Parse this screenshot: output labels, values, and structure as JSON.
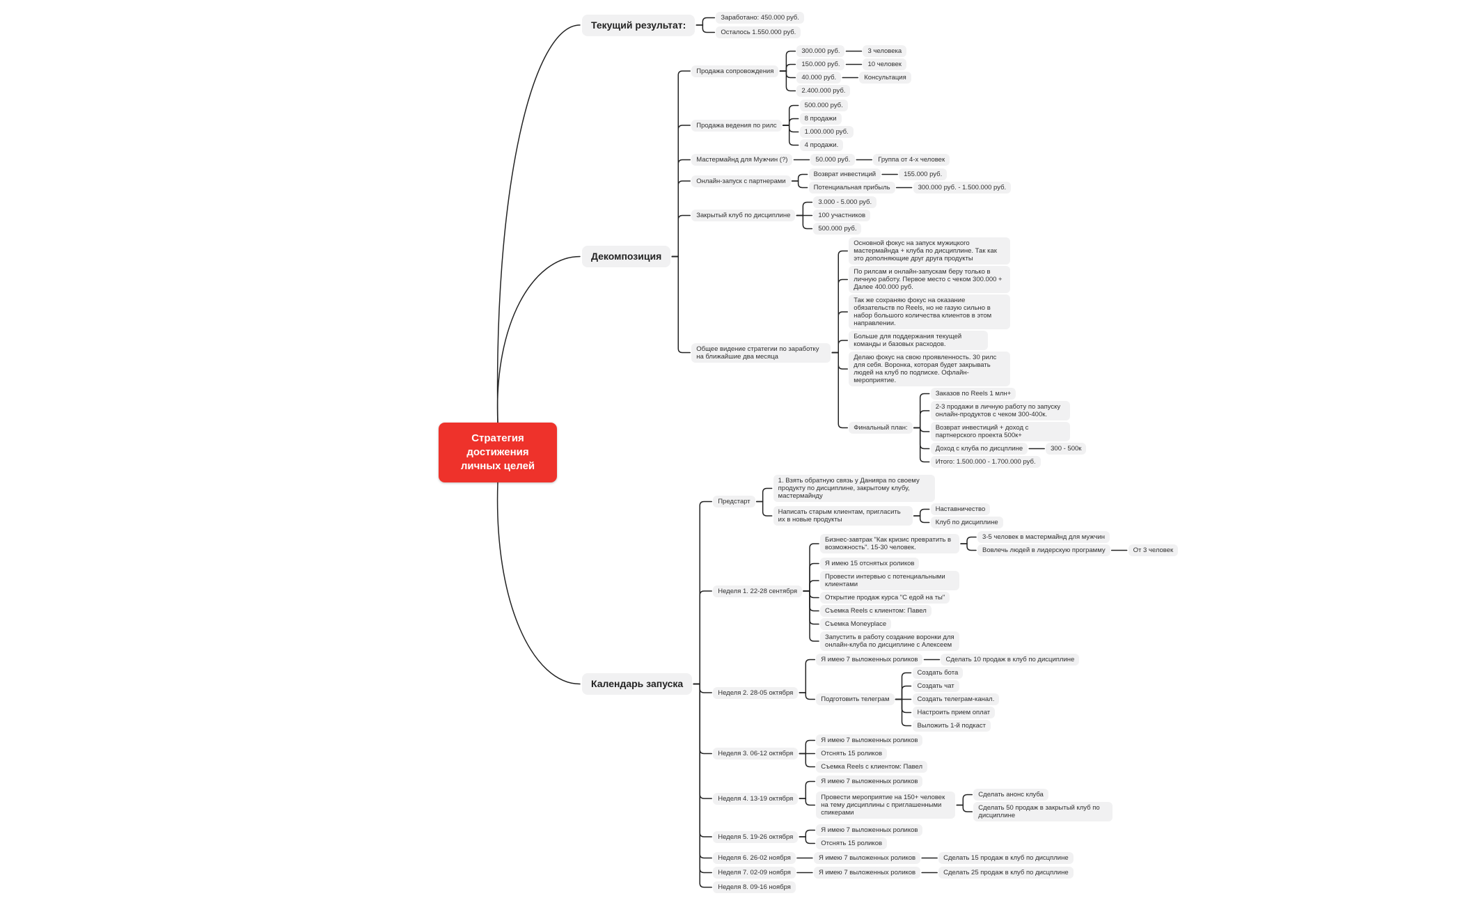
{
  "colors": {
    "canvas_bg": "#ffffff",
    "root_bg": "#ee322b",
    "root_text": "#ffffff",
    "node_bg": "#f1f1f2",
    "line": "#222222",
    "text": "#2f2f2f"
  },
  "mindmap": {
    "root": {
      "label": "Стратегия достижения личных целей",
      "children": [
        {
          "label": "Текущий результат:",
          "children": [
            {
              "label": "Заработано: 450.000 руб."
            },
            {
              "label": "Осталось 1.550.000 руб."
            }
          ]
        },
        {
          "label": "Декомпозиция",
          "children": [
            {
              "label": "Продажа сопровождения",
              "children": [
                {
                  "label": "300.000 руб.",
                  "children": [
                    {
                      "label": "3 человека"
                    }
                  ]
                },
                {
                  "label": "150.000 руб.",
                  "children": [
                    {
                      "label": "10 человек"
                    }
                  ]
                },
                {
                  "label": "40.000 руб.",
                  "children": [
                    {
                      "label": "Консультация"
                    }
                  ]
                },
                {
                  "label": "2.400.000 руб."
                }
              ]
            },
            {
              "label": "Продажа ведения по рилс",
              "children": [
                {
                  "label": "500.000 руб."
                },
                {
                  "label": "8 продажи"
                },
                {
                  "label": "1.000.000 руб."
                },
                {
                  "label": "4 продажи."
                }
              ]
            },
            {
              "label": "Мастермайнд для Мужчин (?)",
              "children": [
                {
                  "label": "50.000 руб.",
                  "children": [
                    {
                      "label": "Группа от 4-х человек"
                    }
                  ]
                }
              ]
            },
            {
              "label": "Онлайн-запуск с партнерами",
              "children": [
                {
                  "label": "Возврат инвестиций",
                  "children": [
                    {
                      "label": "155.000 руб."
                    }
                  ]
                },
                {
                  "label": "Потенциальная прибыль",
                  "children": [
                    {
                      "label": "300.000 руб. - 1.500.000 руб."
                    }
                  ]
                }
              ]
            },
            {
              "label": "Закрытый клуб по дисциплине",
              "children": [
                {
                  "label": "3.000 - 5.000 руб."
                },
                {
                  "label": "100 участников"
                },
                {
                  "label": "500.000 руб."
                }
              ]
            },
            {
              "label": "Общее видение стратегии по заработку на ближайшие два месяца",
              "children": [
                {
                  "label": "Основной фокус на запуск мужицкого мастермайнда + клуба по дисциплине. Так как это дополняющие друг друга продукты"
                },
                {
                  "label": "По рилсам и онлайн-запускам беру только в личную работу. Первое место с чеком 300.000 + Далее 400.000 руб."
                },
                {
                  "label": "Так же сохраняю фокус на оказание обязательств по Reels, но не газую сильно в набор большого количества клиентов в этом направлении."
                },
                {
                  "label": "Больше для поддержания текущей команды и базовых расходов."
                },
                {
                  "label": "Делаю фокус на свою проявленность. 30 рилс для себя. Воронка, которая будет закрывать людей на клуб по подписке. Офлайн-мероприятие."
                },
                {
                  "label": "Финальный план:",
                  "children": [
                    {
                      "label": "Заказов по Reels 1 млн+"
                    },
                    {
                      "label": "2-3 продажи в личную работу по запуску онлайн-продуктов с чеком 300-400к."
                    },
                    {
                      "label": "Возврат инвестиций + доход с партнерского проекта 500к+"
                    },
                    {
                      "label": "Доход с клуба по дисцплине",
                      "children": [
                        {
                          "label": "300 - 500к"
                        }
                      ]
                    },
                    {
                      "label": "Итого: 1.500.000 - 1.700.000 руб."
                    }
                  ]
                }
              ]
            }
          ]
        },
        {
          "label": "Календарь запуска",
          "children": [
            {
              "label": "Предстарт",
              "children": [
                {
                  "label": "1. Взять обратную связь у Данияра по своему продукту по дисциплине, закрытому клубу, мастермайнду"
                },
                {
                  "label": "Написать старым клиентам, пригласить их в новые продукты",
                  "children": [
                    {
                      "label": "Наставничество"
                    },
                    {
                      "label": "Клуб по дисциплине"
                    }
                  ]
                }
              ]
            },
            {
              "label": "Неделя 1. 22-28 сентября",
              "children": [
                {
                  "label": "Бизнес-завтрак \"Как кризис превратить в возможность\". 15-30 человек.",
                  "children": [
                    {
                      "label": "3-5 человек в мастермайнд для мужчин"
                    },
                    {
                      "label": "Вовлечь людей в лидерскую программу",
                      "children": [
                        {
                          "label": "От 3 человек"
                        }
                      ]
                    }
                  ]
                },
                {
                  "label": "Я имею 15 отснятых роликов"
                },
                {
                  "label": "Провести интервью с потенциальными клиентами"
                },
                {
                  "label": "Открытие продаж курса \"С едой на ты\""
                },
                {
                  "label": "Съемка Reels с клиентом: Павел"
                },
                {
                  "label": "Съемка Moneyplace"
                },
                {
                  "label": "Запустить в работу создание воронки для онлайн-клуба по дисциплине с Алексеем"
                }
              ]
            },
            {
              "label": "Неделя 2.  28-05 октября",
              "children": [
                {
                  "label": "Я имею 7 выложенных роликов",
                  "children": [
                    {
                      "label": "Сделать 10 продаж в клуб по дисциплине"
                    }
                  ]
                },
                {
                  "label": "Подготовить телеграм",
                  "children": [
                    {
                      "label": "Создать бота"
                    },
                    {
                      "label": "Создать чат"
                    },
                    {
                      "label": "Создать телеграм-канал."
                    },
                    {
                      "label": "Настроить прием оплат"
                    },
                    {
                      "label": "Выложить 1-й подкаст"
                    }
                  ]
                }
              ]
            },
            {
              "label": "Неделя 3.  06-12 октября",
              "children": [
                {
                  "label": "Я имею 7 выложенных роликов"
                },
                {
                  "label": "Отснять 15 роликов"
                },
                {
                  "label": "Съемка Reels с клиентом: Павел"
                }
              ]
            },
            {
              "label": "Неделя 4.  13-19 октября",
              "children": [
                {
                  "label": "Я имею 7 выложенных роликов"
                },
                {
                  "label": "Провести мероприятие на 150+ человек на тему дисциплины с приглашенными спикерами",
                  "children": [
                    {
                      "label": "Сделать анонс клуба"
                    },
                    {
                      "label": "Сделать 50 продаж в закрытый клуб по дисциплине"
                    }
                  ]
                }
              ]
            },
            {
              "label": "Неделя 5.  19-26 октября",
              "children": [
                {
                  "label": "Я имею 7 выложенных роликов"
                },
                {
                  "label": "Отснять 15 роликов"
                }
              ]
            },
            {
              "label": "Неделя 6.  26-02 ноября",
              "children": [
                {
                  "label": "Я имею 7 выложенных роликов",
                  "children": [
                    {
                      "label": "Сделать 15 продаж в клуб по дисцплине"
                    }
                  ]
                }
              ]
            },
            {
              "label": "Неделя 7.  02-09 ноября",
              "children": [
                {
                  "label": "Я имею 7 выложенных роликов",
                  "children": [
                    {
                      "label": "Сделать 25 продаж в клуб по дисцплине"
                    }
                  ]
                }
              ]
            },
            {
              "label": "Неделя 8.  09-16 ноября"
            }
          ]
        }
      ]
    }
  }
}
